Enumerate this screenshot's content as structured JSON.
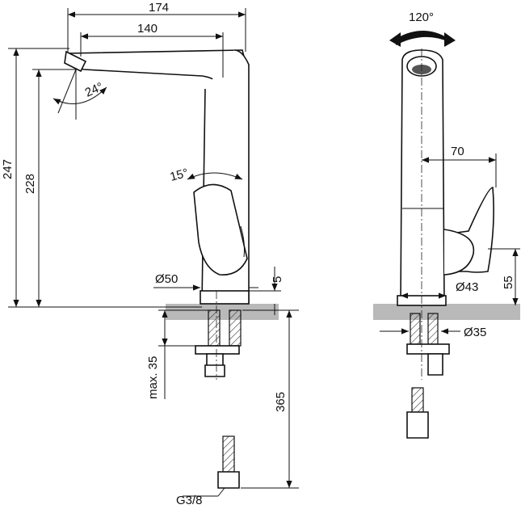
{
  "dimensions": {
    "width_total": "174",
    "width_spout": "140",
    "height_total": "247",
    "height_spout": "228",
    "angle_spout": "24°",
    "angle_lever": "15°",
    "diameter_base": "Ø50",
    "base_thickness": "5",
    "max_counter": "max. 35",
    "hose_length": "365",
    "thread": "G3/8",
    "swivel_angle": "120°",
    "lever_reach": "70",
    "lever_height": "55",
    "diameter_lever": "Ø43",
    "diameter_hole": "Ø35"
  }
}
